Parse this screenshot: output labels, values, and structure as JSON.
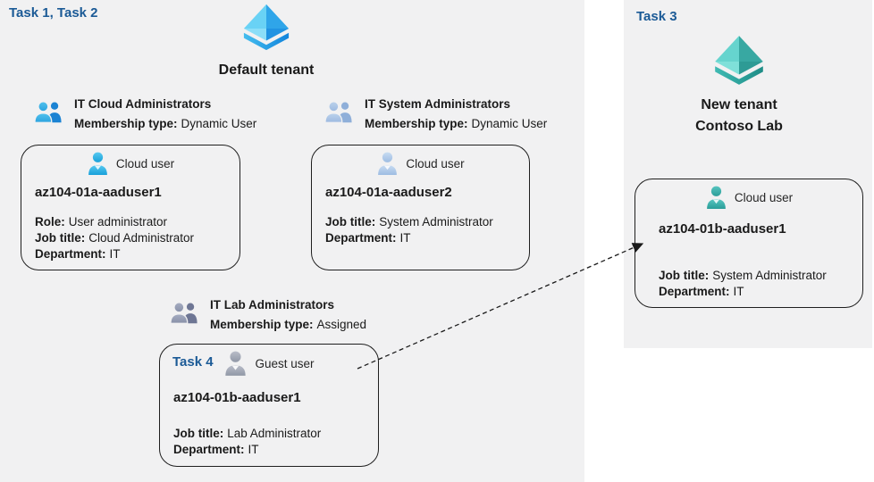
{
  "left_panel": {
    "task_label": "Task 1, Task 2",
    "tenant_name": "Default tenant",
    "groups": [
      {
        "title": "IT Cloud Administrators",
        "membership_label": "Membership type:",
        "membership_value": "Dynamic User"
      },
      {
        "title": "IT System Administrators",
        "membership_label": "Membership type:",
        "membership_value": "Dynamic User"
      },
      {
        "title": "IT Lab Administrators",
        "membership_label": "Membership type:",
        "membership_value": "Assigned"
      }
    ],
    "cards": [
      {
        "user_type": "Cloud user",
        "name": "az104-01a-aaduser1",
        "lines": [
          {
            "label": "Role:",
            "value": "User administrator"
          },
          {
            "label": "Job title:",
            "value": "Cloud Administrator"
          },
          {
            "label": "Department:",
            "value": "IT"
          }
        ]
      },
      {
        "user_type": "Cloud user",
        "name": "az104-01a-aaduser2",
        "lines": [
          {
            "label": "Job title:",
            "value": "System Administrator"
          },
          {
            "label": "Department:",
            "value": "IT"
          }
        ]
      },
      {
        "task_label": "Task 4",
        "user_type": "Guest user",
        "name": "az104-01b-aaduser1",
        "lines": [
          {
            "label": "Job title:",
            "value": "Lab Administrator"
          },
          {
            "label": "Department:",
            "value": "IT"
          }
        ]
      }
    ]
  },
  "right_panel": {
    "task_label": "Task 3",
    "tenant_name_line1": "New tenant",
    "tenant_name_line2": "Contoso Lab",
    "card": {
      "user_type": "Cloud user",
      "name": "az104-01b-aaduser1",
      "lines": [
        {
          "label": "Job title:",
          "value": "System Administrator"
        },
        {
          "label": "Department:",
          "value": "IT"
        }
      ]
    }
  },
  "icons": {
    "tenant_blue": "azure-tenant-blue-icon",
    "tenant_teal": "azure-tenant-teal-icon",
    "group_blue": "group-users-blue-icon",
    "group_pale": "group-users-paleblue-icon",
    "group_gray": "group-users-gray-icon",
    "user_blue": "cloud-user-blue-icon",
    "user_pale": "cloud-user-paleblue-icon",
    "user_gray": "guest-user-gray-icon",
    "user_teal": "cloud-user-teal-icon",
    "arrow": "dashed-invite-arrow"
  },
  "colors": {
    "panel_bg": "#f1f1f2",
    "task_label": "#1b5a96",
    "text": "#1a1a1a",
    "card_border": "#1f1f1f",
    "arrow": "#1a1a1a",
    "tenant_blue": {
      "top_left": "#69d2f5",
      "top_right": "#2fa5e9",
      "bottom_left": "#8bdef8",
      "bottom_right": "#2093e2",
      "base_from": "#45bdee",
      "base_to": "#1184dc"
    },
    "tenant_teal": {
      "top_left": "#66d4ce",
      "top_right": "#38a8a2",
      "bottom_left": "#7fe0d9",
      "bottom_right": "#2e9b95",
      "base_from": "#3fbab3",
      "base_to": "#1e8c86"
    },
    "user_blue": [
      "#58c9f0",
      "#18a0da"
    ],
    "user_pale": [
      "#c8dcf2",
      "#9dbce2"
    ],
    "user_gray": [
      "#b9bdc8",
      "#9097a6"
    ],
    "user_teal": [
      "#57c5c0",
      "#2a9d98"
    ],
    "group_blue": {
      "front_from": "#52c2ed",
      "front_to": "#2ba2df",
      "back": "#1b83d3"
    },
    "group_pale": {
      "front_from": "#bcd2ec",
      "front_to": "#9cb9e0",
      "back": "#8fafd9"
    },
    "group_gray": {
      "front_from": "#a6adc2",
      "front_to": "#8890a8",
      "back": "#6e7694"
    }
  }
}
